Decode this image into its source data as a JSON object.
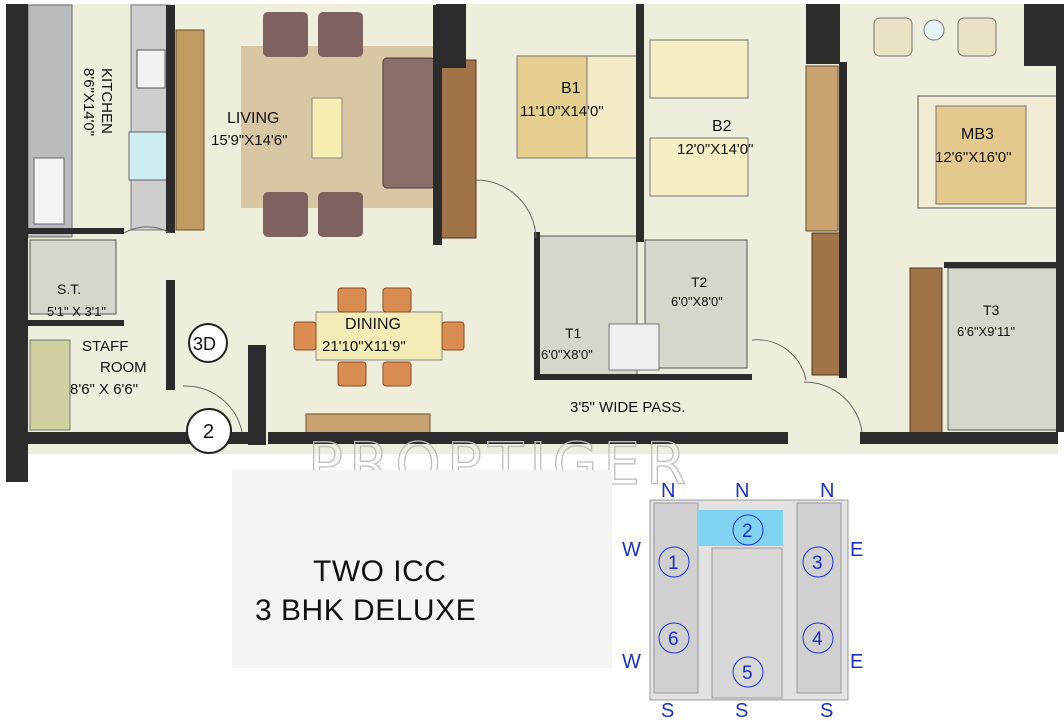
{
  "rooms": {
    "kitchen": {
      "name": "KITCHEN",
      "size": "8'6\"X14'0\""
    },
    "living": {
      "name": "LIVING",
      "size": "15'9\"X14'6\""
    },
    "b1": {
      "name": "B1",
      "size": "11'10\"X14'0\""
    },
    "b2": {
      "name": "B2",
      "size": "12'0\"X14'0\""
    },
    "mb3": {
      "name": "MB3",
      "size": "12'6\"X16'0\""
    },
    "st": {
      "name": "S.T.",
      "size": "5'1\" X 3'1\""
    },
    "staff": {
      "name1": "STAFF",
      "name2": "ROOM",
      "size": "8'6\" X 6'6\""
    },
    "dining": {
      "name": "DINING",
      "size": "21'10\"X11'9\""
    },
    "t1": {
      "name": "T1",
      "size": "6'0\"X8'0\""
    },
    "t2": {
      "name": "T2",
      "size": "6'0\"X8'0\""
    },
    "t3": {
      "name": "T3",
      "size": "6'6\"X9'11\""
    },
    "passage": {
      "label": "3'5\" WIDE PASS."
    }
  },
  "markers": {
    "view": "3D",
    "unit": "2"
  },
  "watermark": "PROPTIGER",
  "title": {
    "line1": "TWO ICC",
    "line2": "3 BHK DELUXE"
  },
  "key_plan": {
    "north": "N",
    "south": "S",
    "east": "E",
    "west": "W",
    "units": [
      "1",
      "2",
      "3",
      "4",
      "5",
      "6"
    ],
    "highlight_unit": "2",
    "highlight_color": "#7fd3f0"
  }
}
